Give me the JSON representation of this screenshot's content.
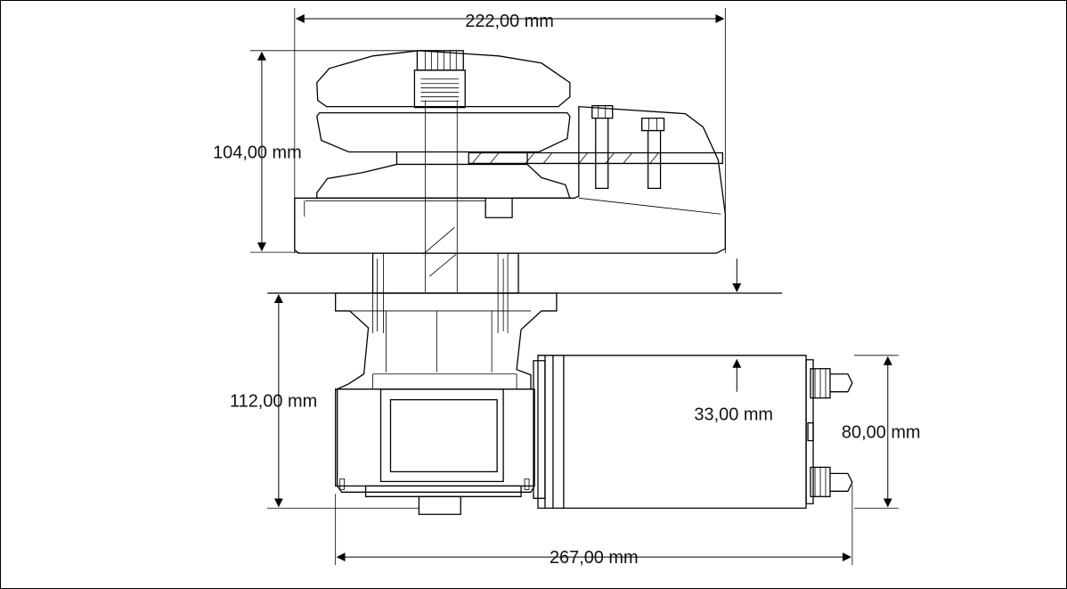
{
  "dimensions": {
    "top_width": "222,00 mm",
    "top_height": "104,00 mm",
    "lower_height": "112,00 mm",
    "motor_offset": "33,00 mm",
    "motor_height": "80,00 mm",
    "overall_width": "267,00 mm"
  },
  "colors": {
    "line": "#000000",
    "body": "#f1f1f1"
  }
}
